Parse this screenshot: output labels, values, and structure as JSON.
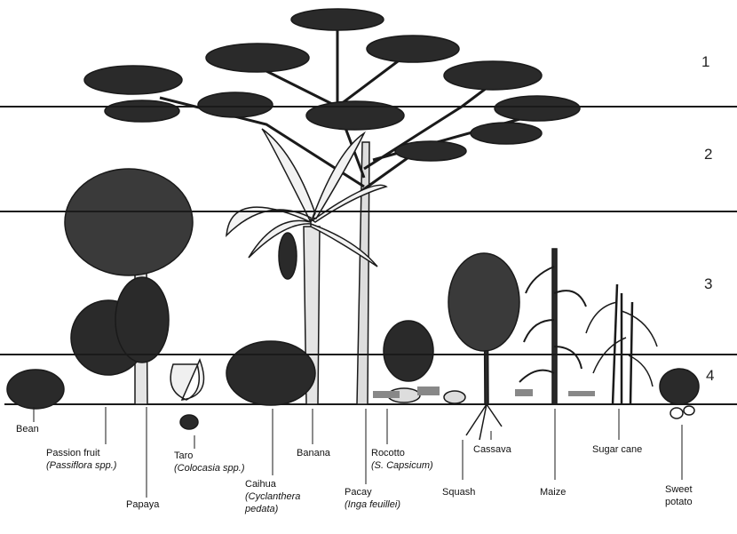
{
  "strata": [
    "1",
    "2",
    "3",
    "4"
  ],
  "labels": {
    "bean": "Bean",
    "passion_fruit": "Passion fruit",
    "passion_fruit_sci": "(Passiflora spp.)",
    "papaya": "Papaya",
    "taro": "Taro",
    "taro_sci": "(Colocasia spp.)",
    "caihua": "Caihua",
    "caihua_sci_1": "(Cyclanthera",
    "caihua_sci_2": "pedata)",
    "banana": "Banana",
    "pacay": "Pacay",
    "pacay_sci": "(Inga feuillei)",
    "rocotto": "Rocotto",
    "rocotto_sci": "(S. Capsicum)",
    "squash": "Squash",
    "cassava": "Cassava",
    "maize": "Maize",
    "sugar_cane": "Sugar cane",
    "sweet_potato_1": "Sweet",
    "sweet_potato_2": "potato"
  },
  "colors": {
    "ink": "#1a1a1a",
    "paper": "#ffffff"
  }
}
